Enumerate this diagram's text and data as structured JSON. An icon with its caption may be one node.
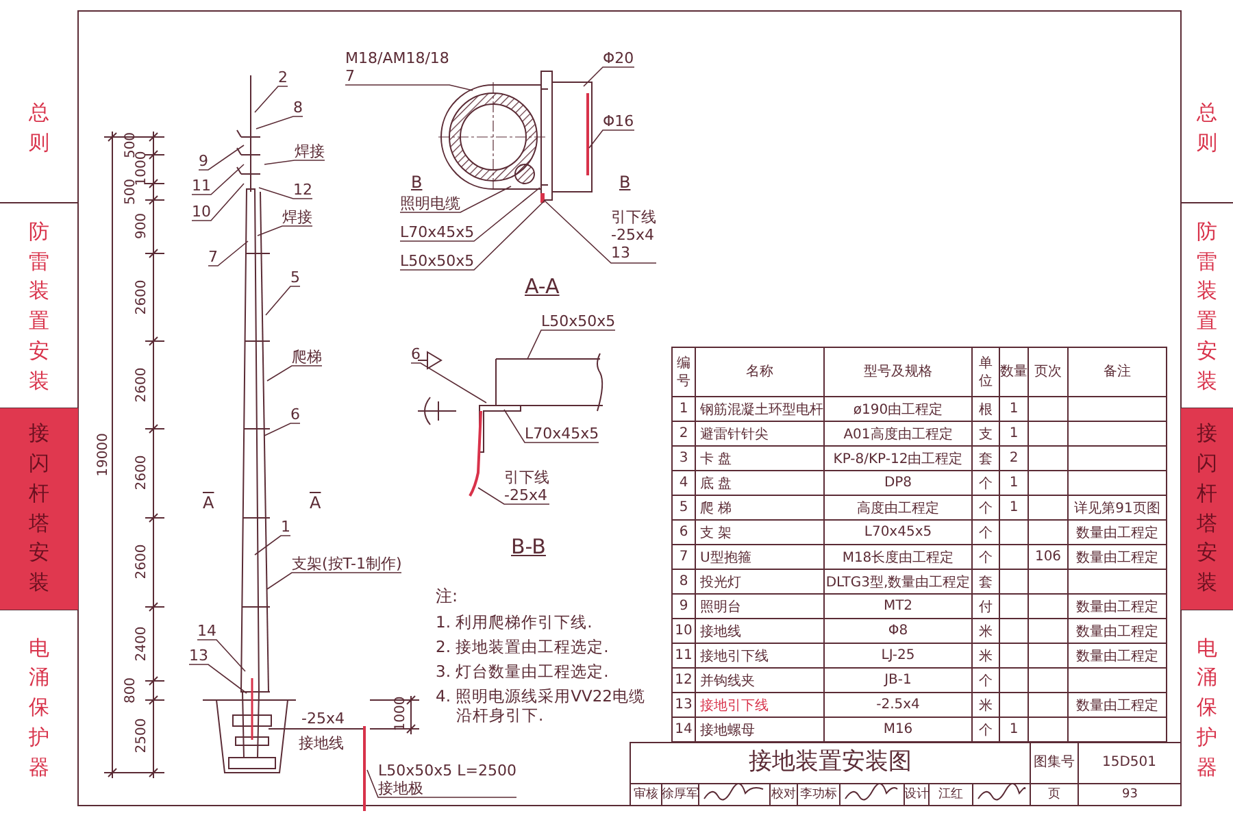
{
  "diagram": {
    "title": "接地装置安装图",
    "nodes": [
      {
        "text": [
          "2"
        ]
      },
      {
        "text": [
          "8"
        ]
      },
      {
        "text": [
          "9"
        ]
      },
      {
        "text": [
          "焊接"
        ]
      },
      {
        "text": [
          "11"
        ]
      },
      {
        "text": [
          "10"
        ]
      },
      {
        "text": [
          "12"
        ]
      },
      {
        "text": [
          "焊接"
        ]
      },
      {
        "text": [
          "7"
        ]
      },
      {
        "text": [
          "5"
        ]
      },
      {
        "text": [
          "爬梯"
        ]
      },
      {
        "text": [
          "6"
        ]
      },
      {
        "text": [
          "1"
        ]
      },
      {
        "text": [
          "支架(按T-1制作)"
        ]
      },
      {
        "text": [
          "14"
        ]
      },
      {
        "text": [
          "13"
        ]
      },
      {
        "text": [
          "L50x50x5 L=2500",
          "接地极"
        ]
      },
      {
        "text": [
          "M18/AM18/18",
          "7"
        ]
      },
      {
        "text": [
          "Φ20"
        ]
      },
      {
        "text": [
          "Φ16"
        ]
      },
      {
        "text": [
          "照明电缆"
        ]
      },
      {
        "text": [
          "L70x45x5"
        ]
      },
      {
        "text": [
          "L50x50x5"
        ]
      },
      {
        "text": [
          "引下线",
          "-25x4",
          "13"
        ]
      },
      {
        "text": [
          "L50x50x5"
        ]
      },
      {
        "text": [
          "6"
        ]
      },
      {
        "text": [
          "L70x45x5"
        ]
      },
      {
        "text": [
          "引下线",
          "-25x4"
        ]
      }
    ],
    "edges": [
      {
        "from": 0,
        "to": null,
        "arrow": "none"
      },
      {
        "from": 1,
        "to": null,
        "arrow": "none"
      },
      {
        "from": 2,
        "to": null,
        "arrow": "none"
      },
      {
        "from": 3,
        "to": null,
        "arrow": "none"
      },
      {
        "from": 4,
        "to": null,
        "arrow": "none"
      },
      {
        "from": 5,
        "to": null,
        "arrow": "none"
      },
      {
        "from": 6,
        "to": null,
        "arrow": "none"
      },
      {
        "from": 7,
        "to": null,
        "arrow": "none"
      },
      {
        "from": 8,
        "to": null,
        "arrow": "none"
      },
      {
        "from": 9,
        "to": null,
        "arrow": "none"
      },
      {
        "from": 10,
        "to": null,
        "arrow": "none"
      },
      {
        "from": 11,
        "to": null,
        "arrow": "none"
      },
      {
        "from": 12,
        "to": null,
        "arrow": "none"
      },
      {
        "from": 13,
        "to": null,
        "arrow": "none"
      },
      {
        "from": 14,
        "to": null,
        "arrow": "none"
      },
      {
        "from": 15,
        "to": null,
        "arrow": "none"
      },
      {
        "from": 16,
        "to": null,
        "arrow": "none"
      },
      {
        "from": 17,
        "to": null,
        "arrow": "none"
      },
      {
        "from": 18,
        "to": null,
        "arrow": "none"
      },
      {
        "from": 19,
        "to": null,
        "arrow": "none"
      },
      {
        "from": 20,
        "to": null,
        "arrow": "none"
      },
      {
        "from": 21,
        "to": null,
        "arrow": "none"
      },
      {
        "from": 22,
        "to": null,
        "arrow": "none"
      },
      {
        "from": 23,
        "to": null,
        "arrow": "none"
      },
      {
        "from": 24,
        "to": null,
        "arrow": "none"
      },
      {
        "from": 25,
        "to": null,
        "arrow": "none"
      },
      {
        "from": 26,
        "to": null,
        "arrow": "none"
      },
      {
        "from": 27,
        "to": null,
        "arrow": "none"
      }
    ],
    "labels": [
      "500",
      "1000",
      "500",
      "900",
      "2600",
      "2600",
      "2600",
      "2600",
      "2400",
      "800",
      "2500",
      "19000",
      "1000",
      "A",
      "A",
      "B",
      "B",
      "A-A",
      "B-B",
      "-25x4",
      "接地线",
      "注:",
      "1. 利用爬梯作引下线.",
      "2. 接地装置由工程选定.",
      "3. 灯台数量由工程选定.",
      "4. 照明电源线采用VV22电缆沿杆身引下.",
      "编号",
      "名称",
      "型号及规格",
      "单位",
      "数量",
      "页次",
      "备注",
      "1",
      "钢筋混凝土环型电杆",
      "ø190由工程定",
      "根",
      "1",
      "2",
      "避雷针针尖",
      "A01高度由工程定",
      "支",
      "1",
      "3",
      "卡 盘",
      "KP-8/KP-12由工程定",
      "套",
      "2",
      "4",
      "底 盘",
      "DP8",
      "个",
      "1",
      "5",
      "爬 梯",
      "高度由工程定",
      "个",
      "1",
      "详见第91页图",
      "6",
      "支 架",
      "L70x45x5",
      "个",
      "数量由工程定",
      "7",
      "U型抱箍",
      "M18长度由工程定",
      "个",
      "106",
      "数量由工程定",
      "8",
      "投光灯",
      "DLTG3型,数量由工程定",
      "套",
      "9",
      "照明台",
      "MT2",
      "付",
      "数量由工程定",
      "10",
      "接地线",
      "Φ8",
      "米",
      "数量由工程定",
      "11",
      "接地引下线",
      "LJ-25",
      "米",
      "数量由工程定",
      "12",
      "并钩线夹",
      "JB-1",
      "个",
      "13",
      "接地引下线",
      "-2.5x4",
      "米",
      "数量由工程定",
      "14",
      "接地螺母",
      "M16",
      "个",
      "1",
      "图集号",
      "15D501",
      "审核",
      "徐厚军",
      "校对",
      "李功标",
      "设计",
      "江红",
      "页",
      "93",
      "总则",
      "防雷装置安装",
      "接闪杆塔安装",
      "电涌保护器",
      "总则",
      "防雷装置安装",
      "接闪杆塔安装",
      "电涌保护器"
    ]
  }
}
